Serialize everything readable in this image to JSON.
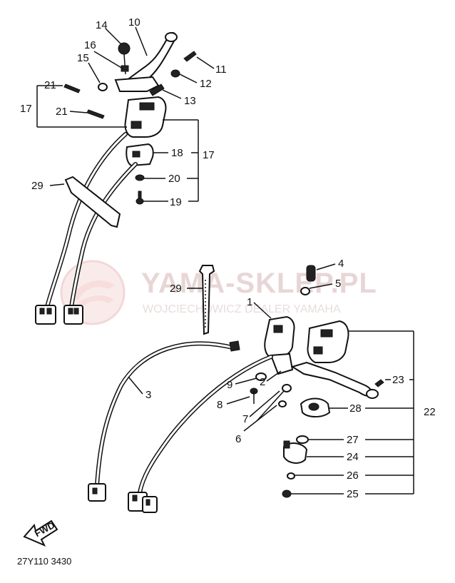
{
  "watermark": {
    "brand": "YAMA-SKLEP.PL",
    "sub": "WOJCIECHOWICZ DEALER YAMAHA"
  },
  "callouts": {
    "c1": "1",
    "c2": "2",
    "c3": "3",
    "c4": "4",
    "c5": "5",
    "c6": "6",
    "c7": "7",
    "c8": "8",
    "c9": "9",
    "c10": "10",
    "c11": "11",
    "c12": "12",
    "c13": "13",
    "c14": "14",
    "c15": "15",
    "c16": "16",
    "c17a": "17",
    "c17b": "17",
    "c18": "18",
    "c19": "19",
    "c20": "20",
    "c21a": "21",
    "c21b": "21",
    "c22": "22",
    "c23": "23",
    "c24": "24",
    "c25": "25",
    "c26": "26",
    "c27": "27",
    "c28": "28",
    "c29a": "29",
    "c29b": "29"
  },
  "fwd_label": "FWD",
  "drawing_code": "27Y110 3430"
}
